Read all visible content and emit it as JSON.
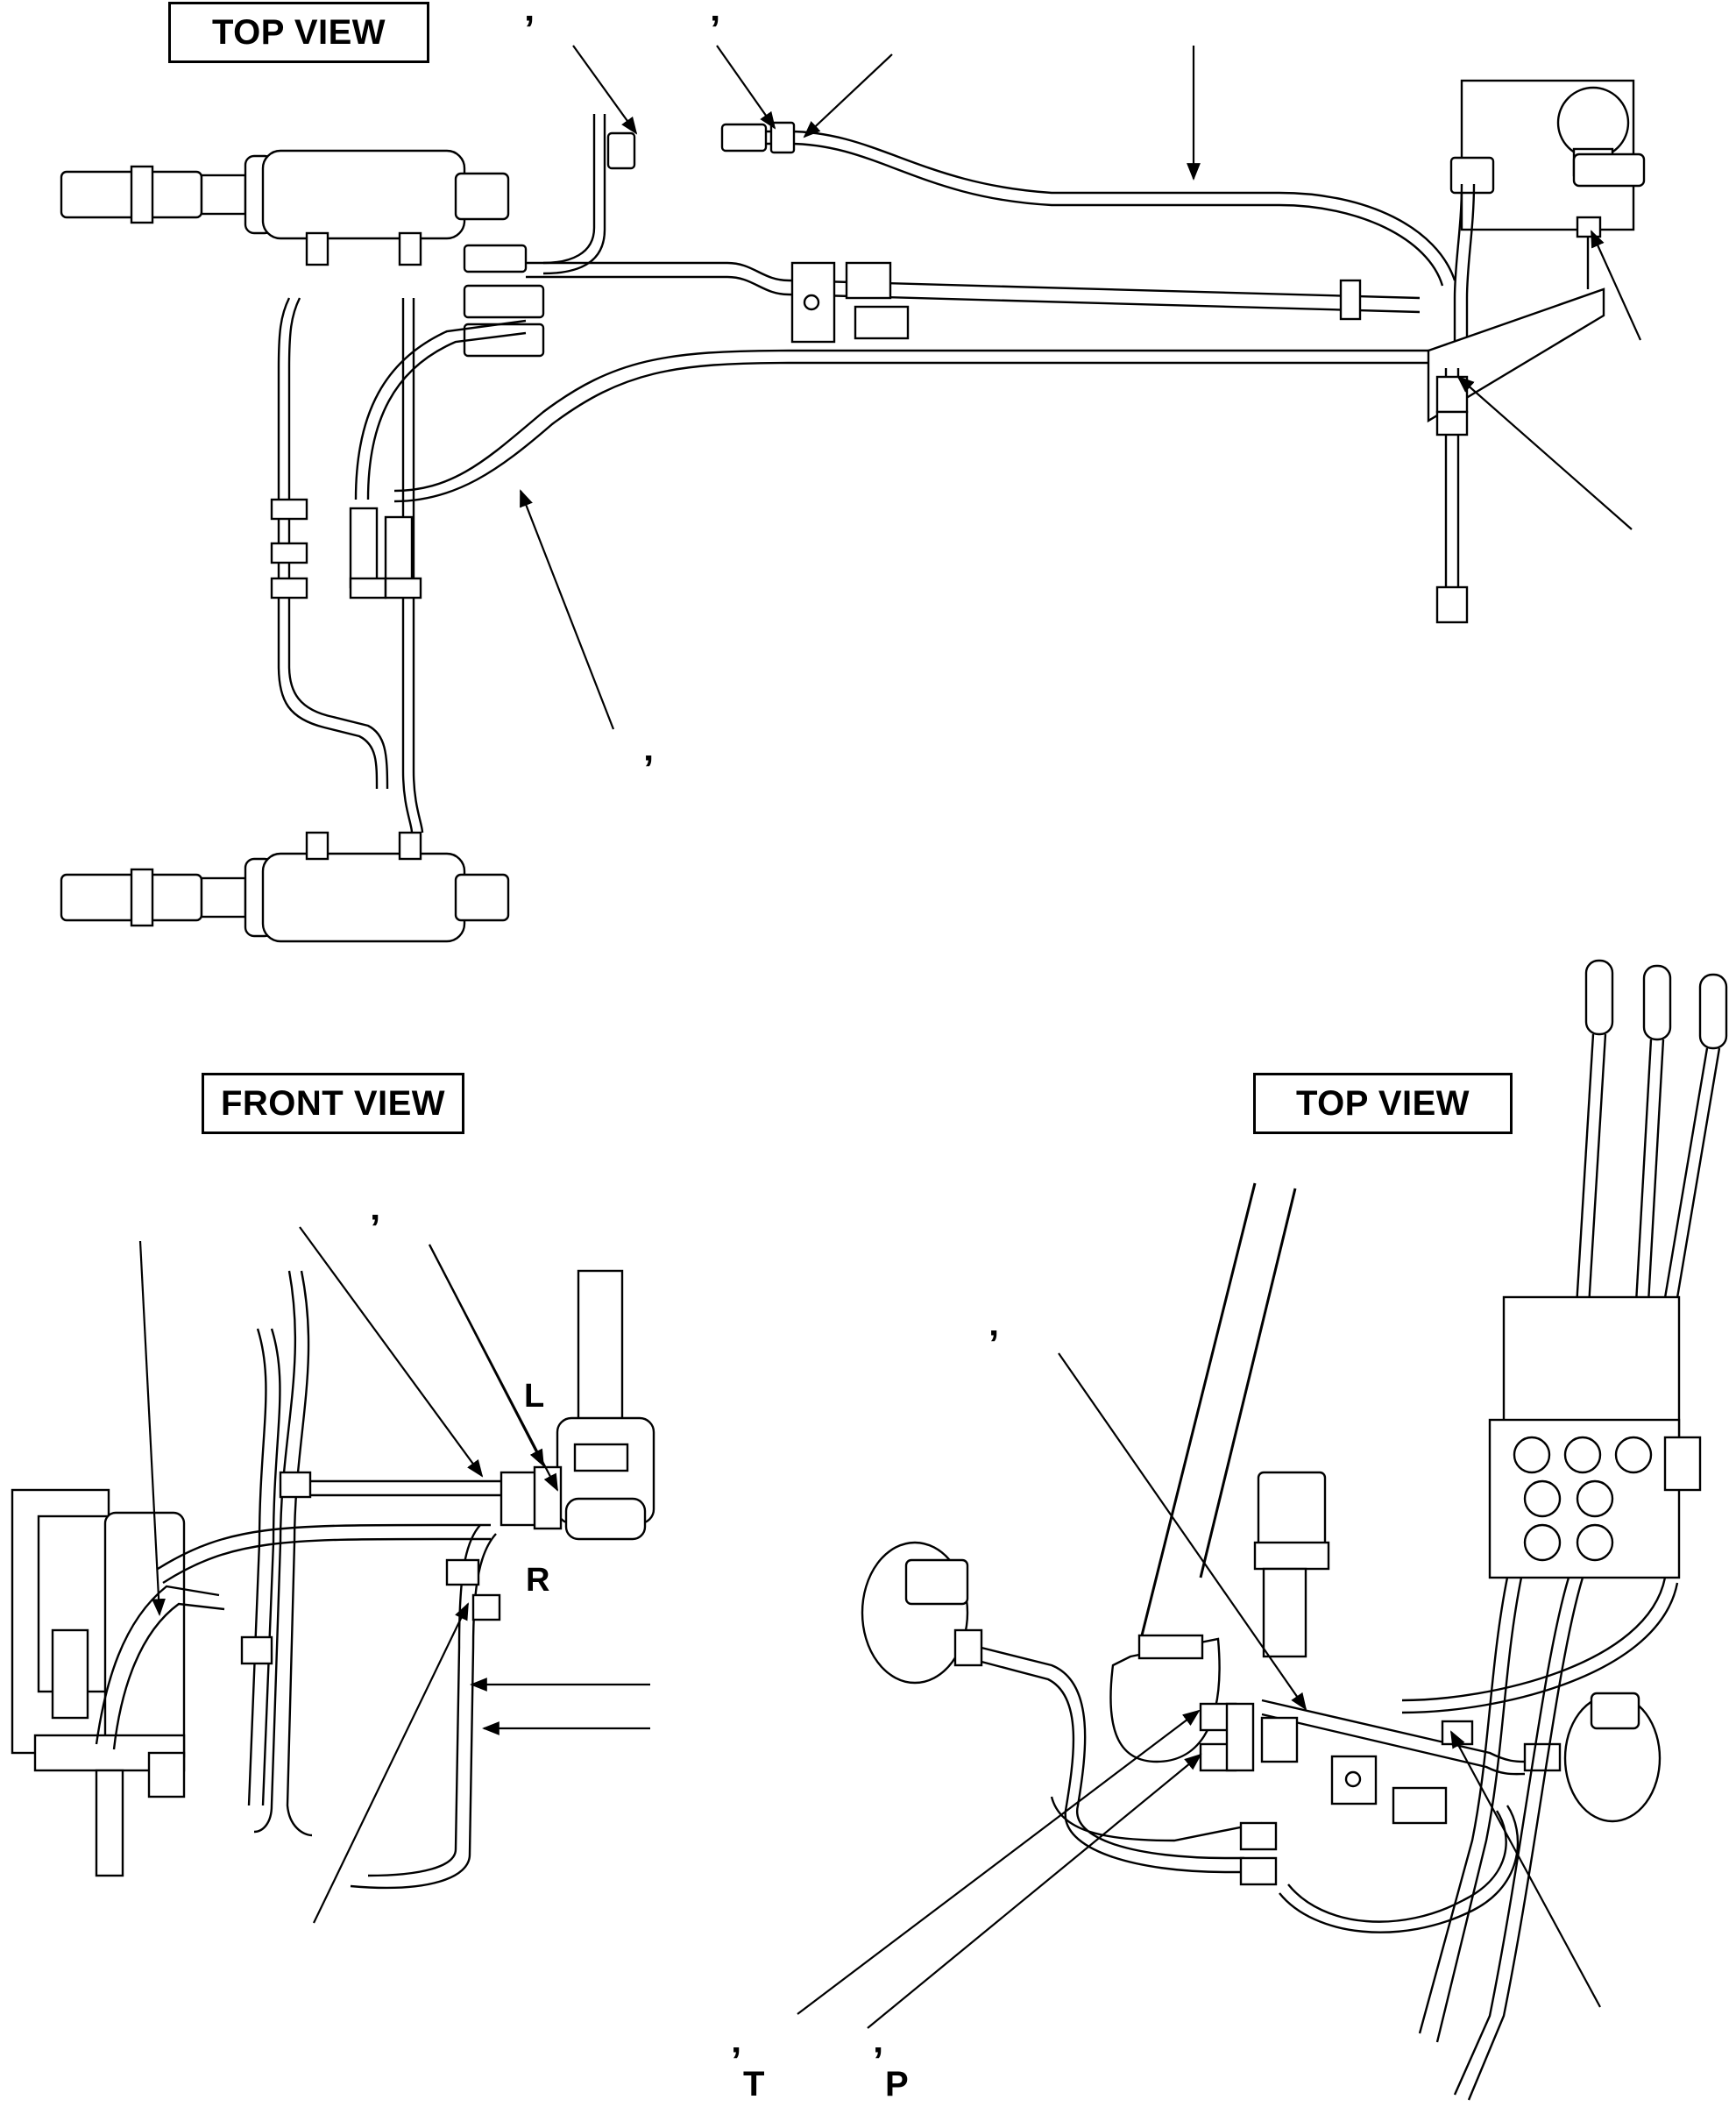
{
  "views": {
    "top_view_1": "TOP VIEW",
    "front_view": "FRONT VIEW",
    "top_view_2": "TOP VIEW"
  },
  "port_labels": {
    "L": "L",
    "R": "R",
    "T": "T",
    "P": "P"
  },
  "tick_marks": {
    "mark": "’"
  }
}
